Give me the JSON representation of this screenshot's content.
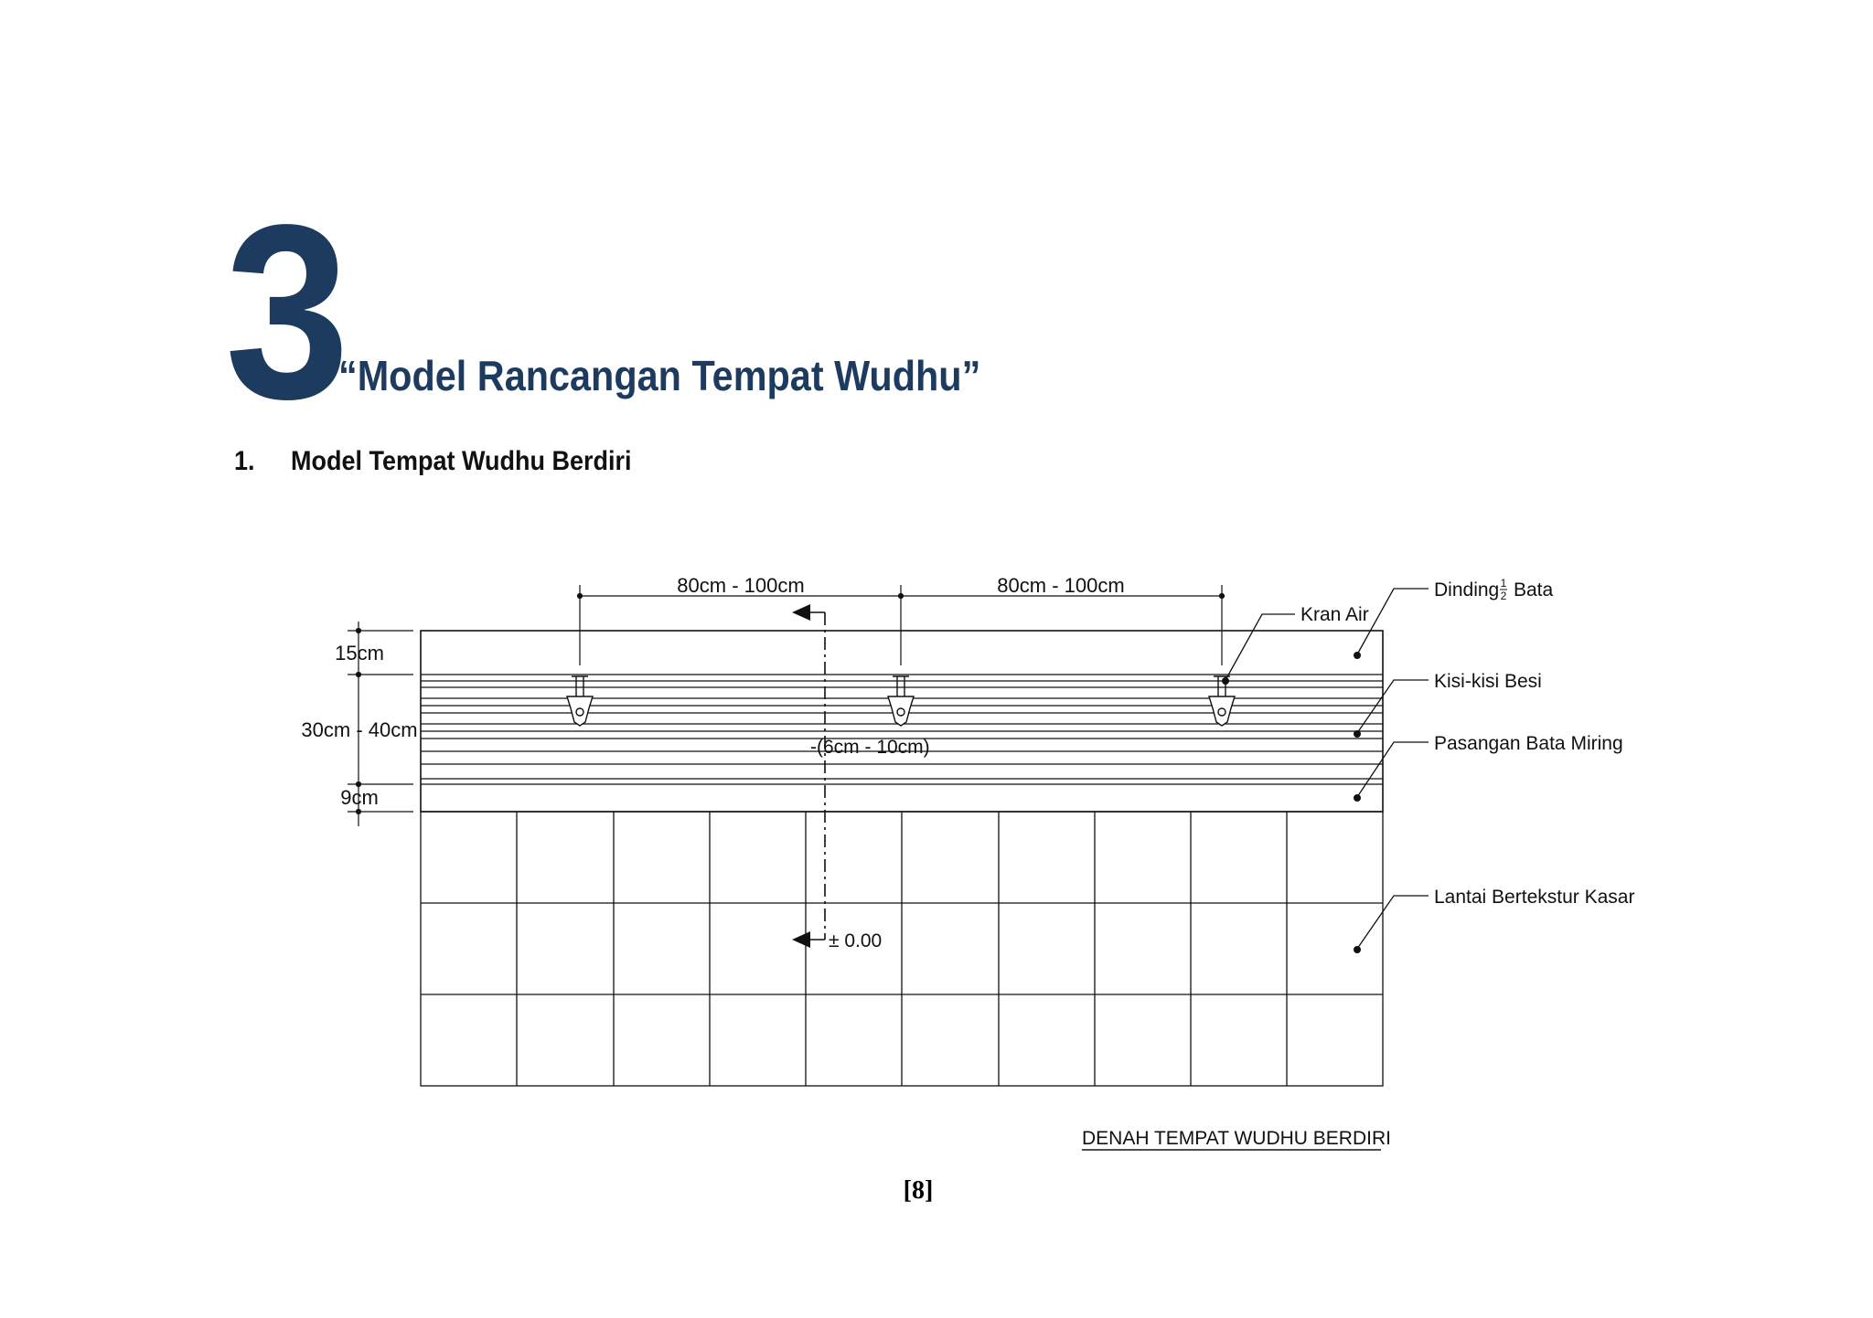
{
  "chapter": {
    "number": "3",
    "title": "“Model Rancangan Tempat Wudhu”"
  },
  "section": {
    "number": "1.",
    "title": "Model Tempat Wudhu Berdiri"
  },
  "drawing": {
    "top_dimensions": [
      "80cm - 100cm",
      "80cm - 100cm"
    ],
    "side_dimensions": [
      "15cm",
      "30cm - 40cm",
      "9cm"
    ],
    "step_label": "-(6cm - 10cm)",
    "level_label": "± 0.00",
    "callouts": {
      "kran_air": "Kran Air",
      "dinding_prefix": "Dinding",
      "dinding_frac_num": "1",
      "dinding_frac_den": "2",
      "dinding_suffix": "Bata",
      "kisi_kisi": "Kisi-kisi Besi",
      "pasangan": "Pasangan Bata Miring",
      "lantai": "Lantai Bertekstur Kasar"
    },
    "caption": "DENAH TEMPAT WUDHU BERDIRI",
    "faucet_count": 3
  },
  "page_number": "[8]"
}
